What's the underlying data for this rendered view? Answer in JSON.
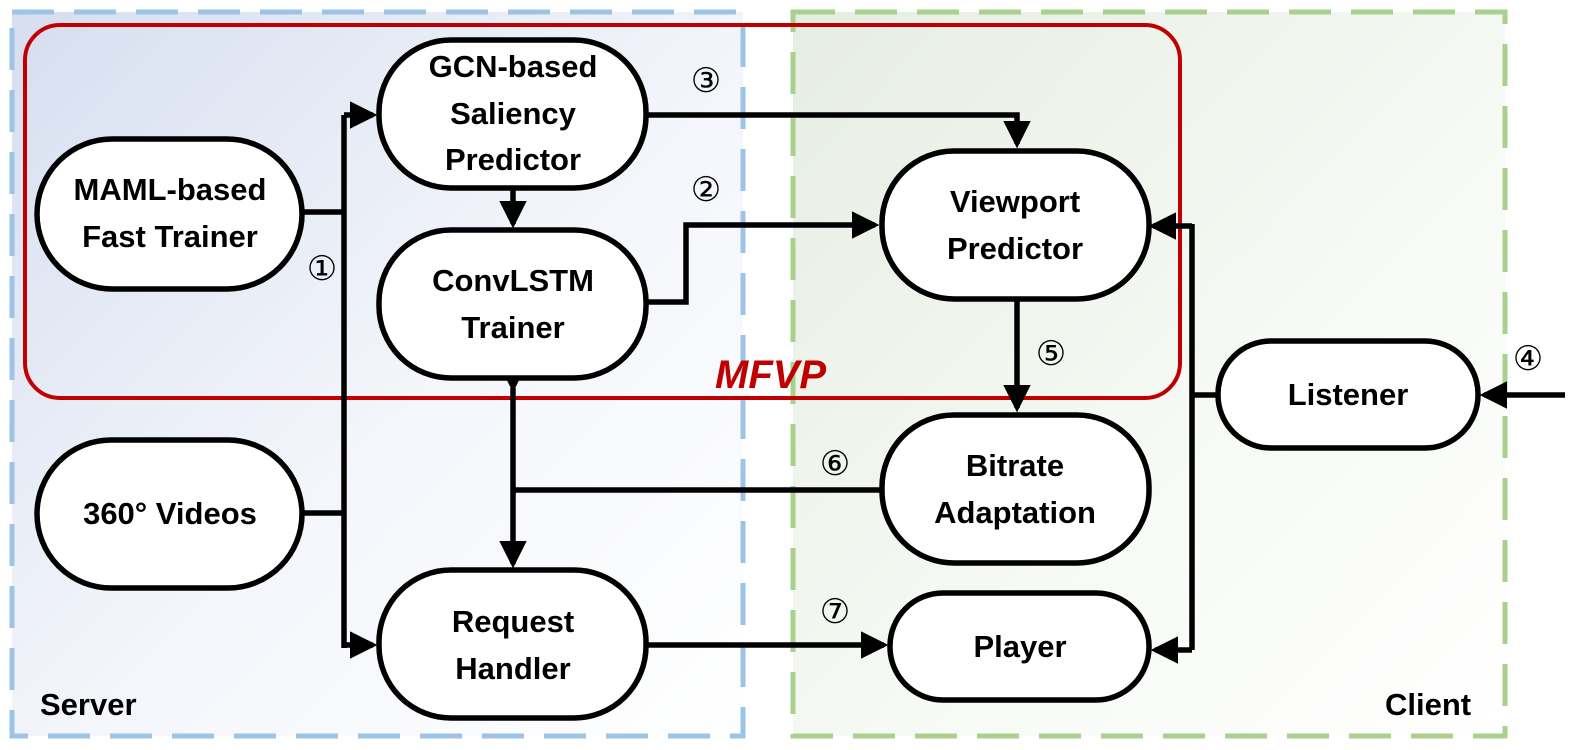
{
  "regions": {
    "server": "Server",
    "client": "Client",
    "mfvp": "MFVP"
  },
  "nodes": {
    "maml": [
      "MAML-based",
      "Fast Trainer"
    ],
    "gcn": [
      "GCN-based",
      "Saliency",
      "Predictor"
    ],
    "convlstm": [
      "ConvLSTM",
      "Trainer"
    ],
    "videos": [
      "360° Videos"
    ],
    "request": [
      "Request",
      "Handler"
    ],
    "viewport": [
      "Viewport",
      "Predictor"
    ],
    "bitrate": [
      "Bitrate",
      "Adaptation"
    ],
    "player": [
      "Player"
    ],
    "listener": [
      "Listener"
    ]
  },
  "steps": {
    "s1": "①",
    "s2": "②",
    "s3": "③",
    "s4": "④",
    "s5": "⑤",
    "s6": "⑥",
    "s7": "⑦"
  },
  "colors": {
    "server_border": "#9dc3e6",
    "client_border": "#a9d18e",
    "mfvp_border": "#c00000",
    "server_fill": "#dde4f3",
    "client_fill": "#e3eddb"
  }
}
